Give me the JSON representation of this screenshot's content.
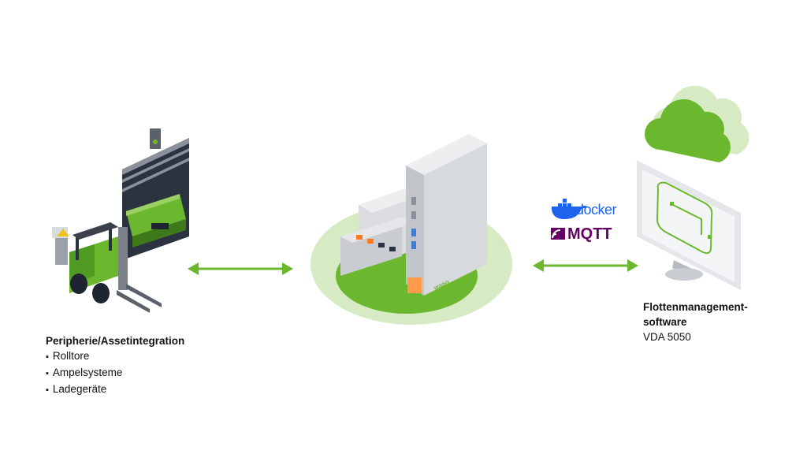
{
  "left_group": {
    "title": "Peripherie/Assetintegration",
    "items": [
      "Rolltore",
      "Ampelsysteme",
      "Ladegeräte"
    ]
  },
  "right_group": {
    "title_line1": "Flottenmanagement-",
    "title_line2": "software",
    "subtitle": "VDA 5050"
  },
  "logos": {
    "docker": "docker",
    "mqtt": "MQTT"
  },
  "controller_brand": "wago",
  "colors": {
    "accent_green": "#6bb82e",
    "light_green": "#d6ebc4",
    "dark_slate": "#2b3340",
    "docker_blue": "#1d63ed",
    "mqtt_purple": "#660066"
  }
}
